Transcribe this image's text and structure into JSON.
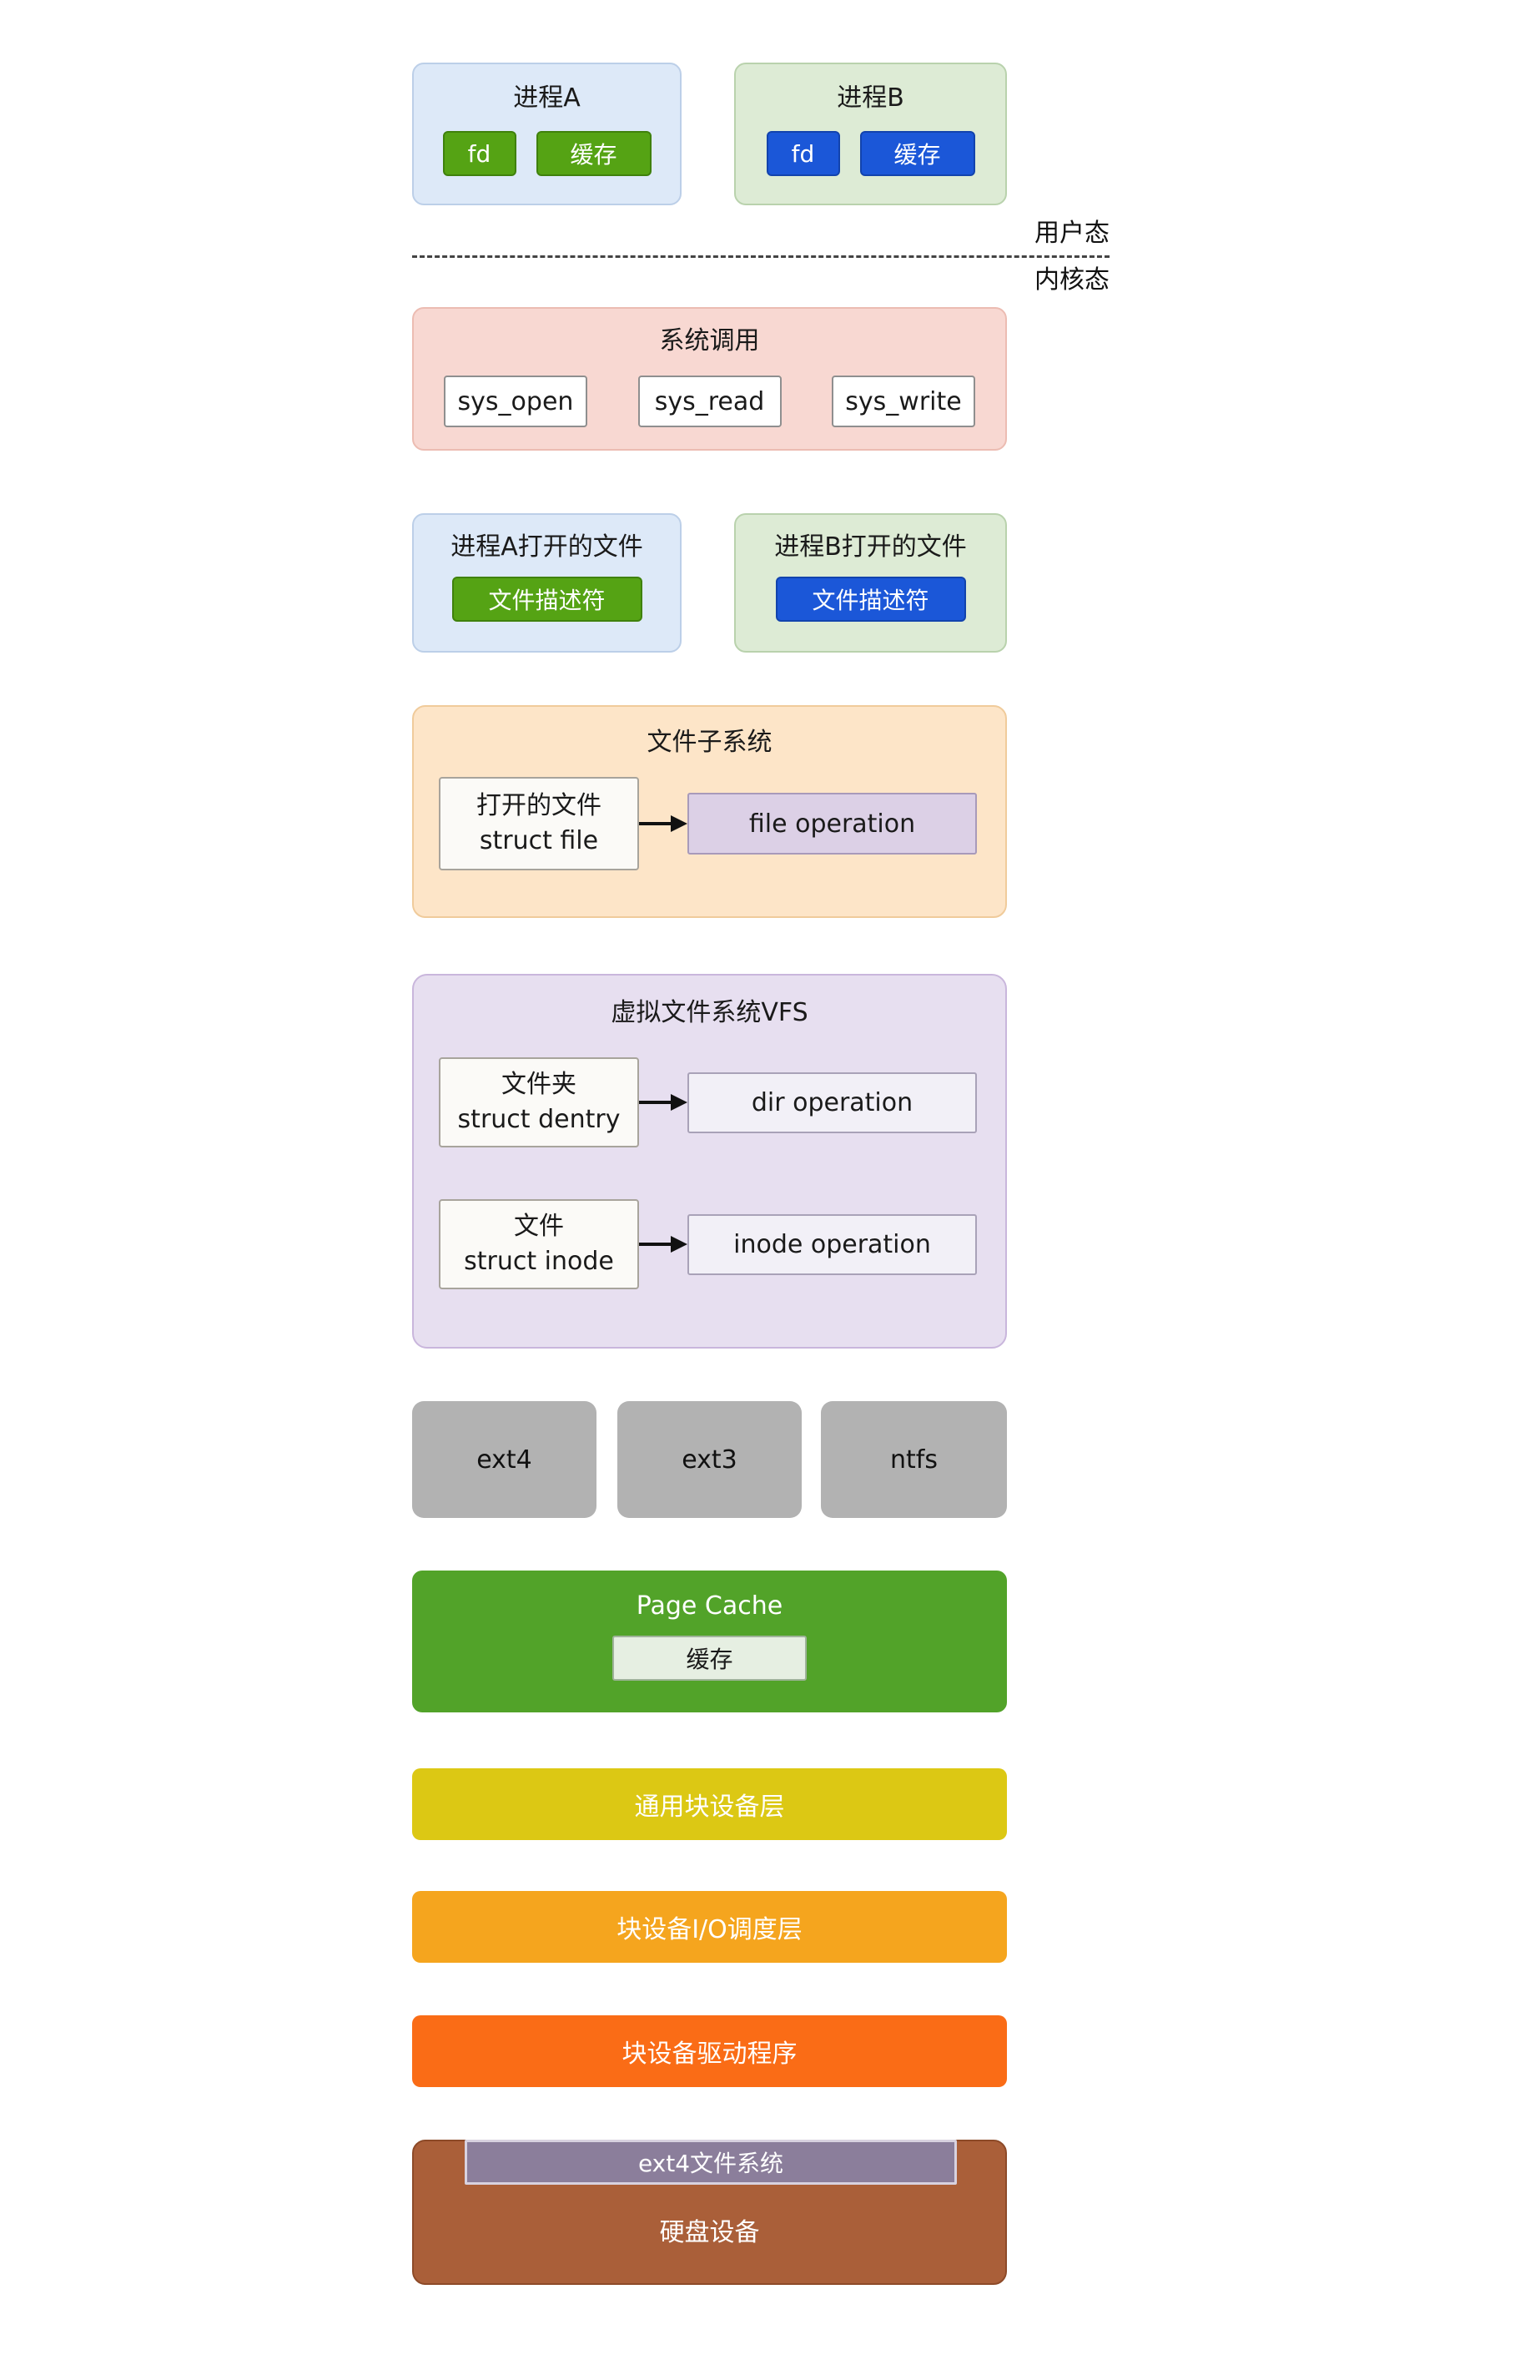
{
  "user_mode_label": "用户态",
  "kernel_mode_label": "内核态",
  "process_a": {
    "title": "进程A",
    "fd": "fd",
    "cache": "缓存"
  },
  "process_b": {
    "title": "进程B",
    "fd": "fd",
    "cache": "缓存"
  },
  "syscall": {
    "title": "系统调用",
    "open": "sys_open",
    "read": "sys_read",
    "write": "sys_write"
  },
  "open_files_a": {
    "title": "进程A打开的文件",
    "descriptor": "文件描述符"
  },
  "open_files_b": {
    "title": "进程B打开的文件",
    "descriptor": "文件描述符"
  },
  "file_subsystem": {
    "title": "文件子系统",
    "struct_file_line1": "打开的文件",
    "struct_file_line2": "struct file",
    "operation": "file operation"
  },
  "vfs": {
    "title": "虚拟文件系统VFS",
    "dentry_line1": "文件夹",
    "dentry_line2": "struct dentry",
    "dir_operation": "dir operation",
    "inode_line1": "文件",
    "inode_line2": "struct inode",
    "inode_operation": "inode operation"
  },
  "filesystems": {
    "ext4": "ext4",
    "ext3": "ext3",
    "ntfs": "ntfs"
  },
  "page_cache": {
    "title": "Page Cache",
    "cache": "缓存"
  },
  "layers": {
    "generic_block": "通用块设备层",
    "io_scheduler": "块设备I/O调度层",
    "driver": "块设备驱动程序"
  },
  "disk": {
    "ext4_fs": "ext4文件系统",
    "label": "硬盘设备"
  },
  "palette": {
    "process_a_bg": "#dde9f8",
    "process_b_bg": "#ddebd5",
    "green_accent": "#55a314",
    "blue_accent": "#1b57d8",
    "syscall_bg": "#f8d8d2",
    "file_subsystem_bg": "#fde5c8",
    "file_operation_bg": "#dcd0e6",
    "vfs_bg": "#e7dff0",
    "filesystem_gray": "#b2b2b2",
    "page_cache_green": "#52a329",
    "generic_block_yellow": "#dcc814",
    "io_scheduler_orange": "#f5a51e",
    "driver_orange": "#fa6c16",
    "disk_brown": "#aa5f39",
    "ext4_bar_purple": "#8b7e9b"
  }
}
